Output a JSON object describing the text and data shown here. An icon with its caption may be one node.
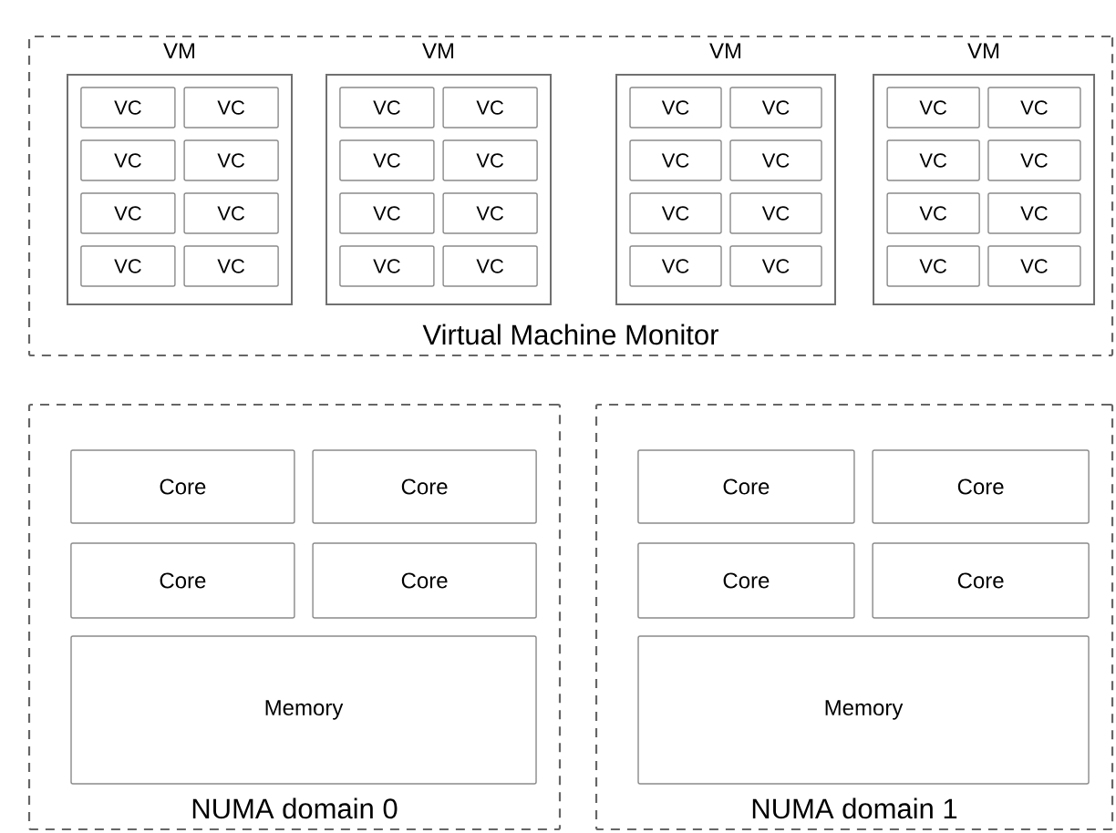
{
  "diagram": {
    "nodes": [
      {
        "text": [
          "Virtual Machine Monitor"
        ]
      },
      {
        "text": [
          "VM"
        ],
        "in": 0
      },
      {
        "text": [
          "VC"
        ],
        "in": 1
      },
      {
        "text": [
          "VC"
        ],
        "in": 1
      },
      {
        "text": [
          "VC"
        ],
        "in": 1
      },
      {
        "text": [
          "VC"
        ],
        "in": 1
      },
      {
        "text": [
          "VC"
        ],
        "in": 1
      },
      {
        "text": [
          "VC"
        ],
        "in": 1
      },
      {
        "text": [
          "VC"
        ],
        "in": 1
      },
      {
        "text": [
          "VC"
        ],
        "in": 1
      },
      {
        "text": [
          "VM"
        ],
        "in": 0
      },
      {
        "text": [
          "VC"
        ],
        "in": 10
      },
      {
        "text": [
          "VC"
        ],
        "in": 10
      },
      {
        "text": [
          "VC"
        ],
        "in": 10
      },
      {
        "text": [
          "VC"
        ],
        "in": 10
      },
      {
        "text": [
          "VC"
        ],
        "in": 10
      },
      {
        "text": [
          "VC"
        ],
        "in": 10
      },
      {
        "text": [
          "VC"
        ],
        "in": 10
      },
      {
        "text": [
          "VC"
        ],
        "in": 10
      },
      {
        "text": [
          "VM"
        ],
        "in": 0
      },
      {
        "text": [
          "VC"
        ],
        "in": 19
      },
      {
        "text": [
          "VC"
        ],
        "in": 19
      },
      {
        "text": [
          "VC"
        ],
        "in": 19
      },
      {
        "text": [
          "VC"
        ],
        "in": 19
      },
      {
        "text": [
          "VC"
        ],
        "in": 19
      },
      {
        "text": [
          "VC"
        ],
        "in": 19
      },
      {
        "text": [
          "VC"
        ],
        "in": 19
      },
      {
        "text": [
          "VC"
        ],
        "in": 19
      },
      {
        "text": [
          "VM"
        ],
        "in": 0
      },
      {
        "text": [
          "VC"
        ],
        "in": 28
      },
      {
        "text": [
          "VC"
        ],
        "in": 28
      },
      {
        "text": [
          "VC"
        ],
        "in": 28
      },
      {
        "text": [
          "VC"
        ],
        "in": 28
      },
      {
        "text": [
          "VC"
        ],
        "in": 28
      },
      {
        "text": [
          "VC"
        ],
        "in": 28
      },
      {
        "text": [
          "VC"
        ],
        "in": 28
      },
      {
        "text": [
          "VC"
        ],
        "in": 28
      },
      {
        "text": [
          "NUMA domain 0"
        ]
      },
      {
        "text": [
          "Core"
        ],
        "in": 37
      },
      {
        "text": [
          "Core"
        ],
        "in": 37
      },
      {
        "text": [
          "Core"
        ],
        "in": 37
      },
      {
        "text": [
          "Core"
        ],
        "in": 37
      },
      {
        "text": [
          "Memory"
        ],
        "in": 37
      },
      {
        "text": [
          "NUMA domain 1"
        ]
      },
      {
        "text": [
          "Core"
        ],
        "in": 43
      },
      {
        "text": [
          "Core"
        ],
        "in": 43
      },
      {
        "text": [
          "Core"
        ],
        "in": 43
      },
      {
        "text": [
          "Core"
        ],
        "in": 43
      },
      {
        "text": [
          "Memory"
        ],
        "in": 43
      }
    ]
  }
}
